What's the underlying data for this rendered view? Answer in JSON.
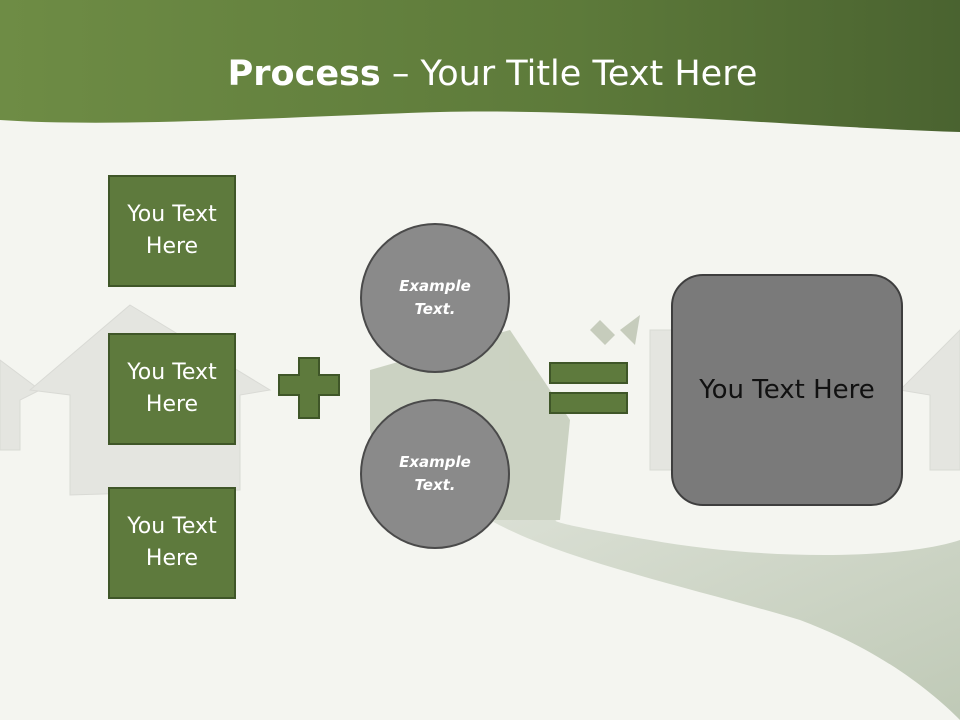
{
  "title": {
    "bold": "Process",
    "rest": " – Your Title Text Here"
  },
  "left_boxes": [
    "You Text\nHere",
    "You Text\nHere",
    "You Text\nHere"
  ],
  "circles": [
    "Example Text.",
    "Example Text."
  ],
  "result": {
    "label": "You Text Here"
  },
  "colors": {
    "header_green": "#5e7a3d",
    "box_green": "#5e7a3d",
    "circle_gray": "#8a8a8a",
    "result_gray": "#7a7a7a"
  },
  "icons": {
    "plus": "plus-icon",
    "equals": "equals-icon"
  }
}
